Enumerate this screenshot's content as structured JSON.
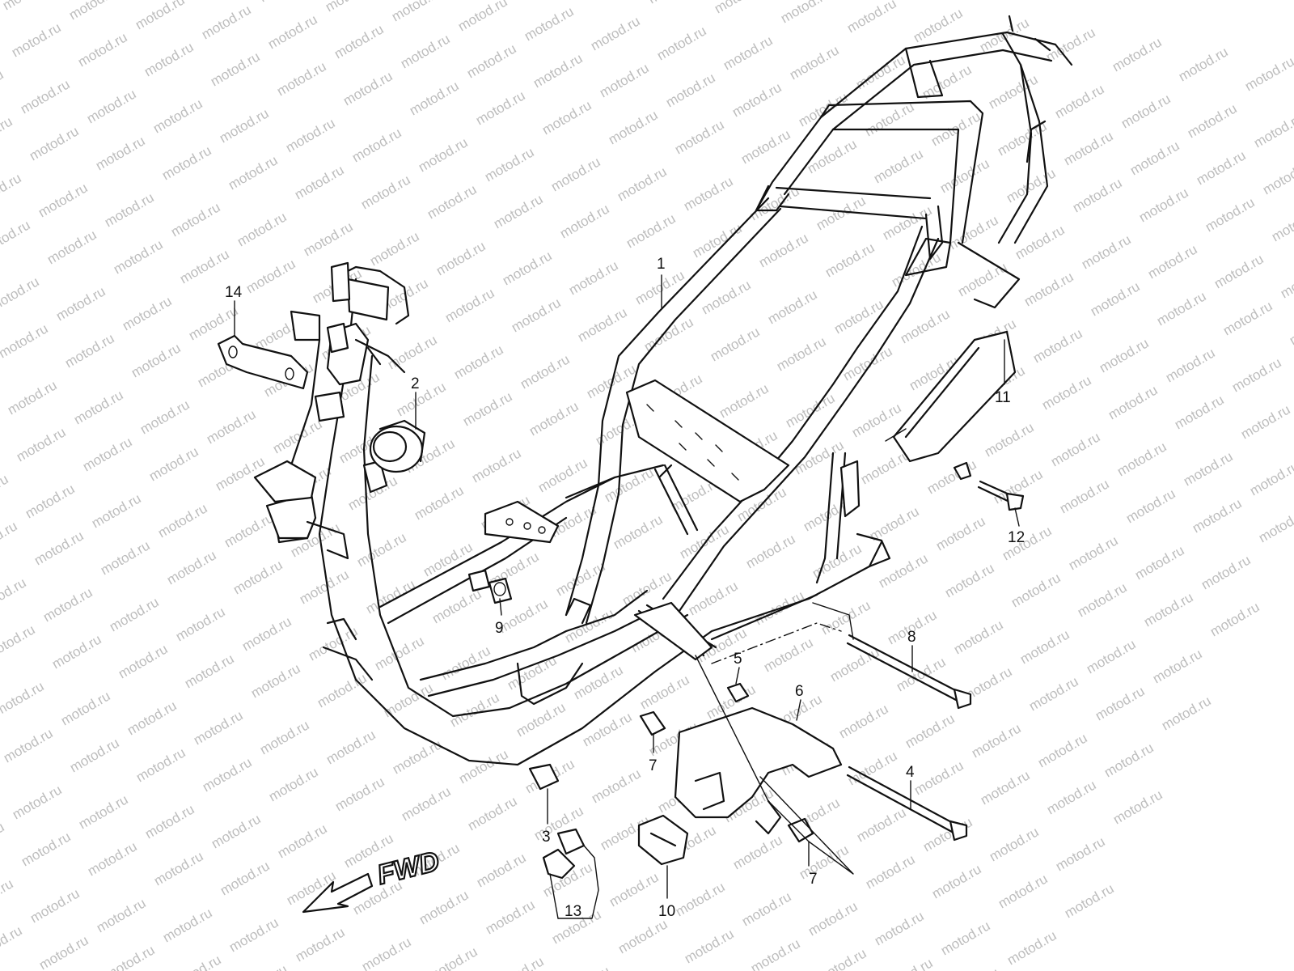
{
  "watermark": "motod.ru",
  "direction": {
    "label": "FWD"
  },
  "callouts": [
    {
      "id": "1",
      "label": "1"
    },
    {
      "id": "2",
      "label": "2"
    },
    {
      "id": "3",
      "label": "3"
    },
    {
      "id": "4",
      "label": "4"
    },
    {
      "id": "5",
      "label": "5"
    },
    {
      "id": "6",
      "label": "6"
    },
    {
      "id": "7a",
      "label": "7"
    },
    {
      "id": "7b",
      "label": "7"
    },
    {
      "id": "8",
      "label": "8"
    },
    {
      "id": "9",
      "label": "9"
    },
    {
      "id": "10",
      "label": "10"
    },
    {
      "id": "11",
      "label": "11"
    },
    {
      "id": "12",
      "label": "12"
    },
    {
      "id": "13",
      "label": "13"
    },
    {
      "id": "14",
      "label": "14"
    }
  ]
}
